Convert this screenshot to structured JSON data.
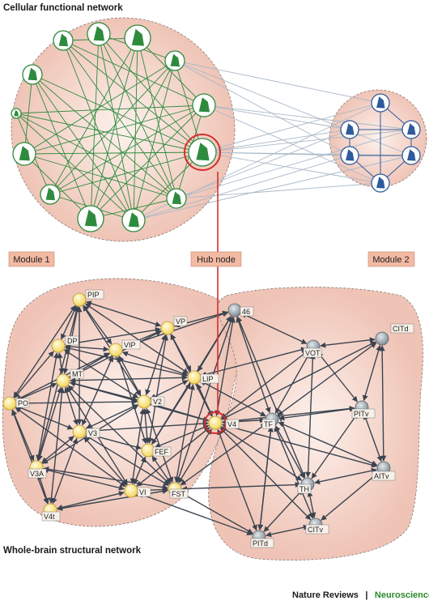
{
  "titles": {
    "cellular": "Cellular functional network",
    "whole_brain": "Whole-brain structural network"
  },
  "labels": {
    "module1": "Module 1",
    "hub": "Hub node",
    "module2": "Module 2"
  },
  "footer": {
    "journal": "Nature Reviews",
    "separator": "|",
    "section": "Neuroscience"
  },
  "colors": {
    "module_fill": "#f3cfc3",
    "module_label_bg": "#f2b9a3",
    "green": "#2e8b3e",
    "blue": "#2f5a9c",
    "grey_edge": "#a9b8c8",
    "arrow": "#3b4450",
    "yellow_node": "#fbeb8c",
    "grey_node": "#9ea9b0",
    "hub_ring": "#d32f2f"
  },
  "brain_regions": {
    "yellow": [
      "PIP",
      "VP",
      "DP",
      "VIP",
      "MT",
      "LIP",
      "PO",
      "V2",
      "V3",
      "FEF",
      "V3A",
      "VI",
      "FST",
      "V4t",
      "V4"
    ],
    "grey": [
      "46",
      "VOT",
      "CITd",
      "TF",
      "PITv",
      "TH",
      "AITv",
      "CITv",
      "PITd"
    ]
  }
}
